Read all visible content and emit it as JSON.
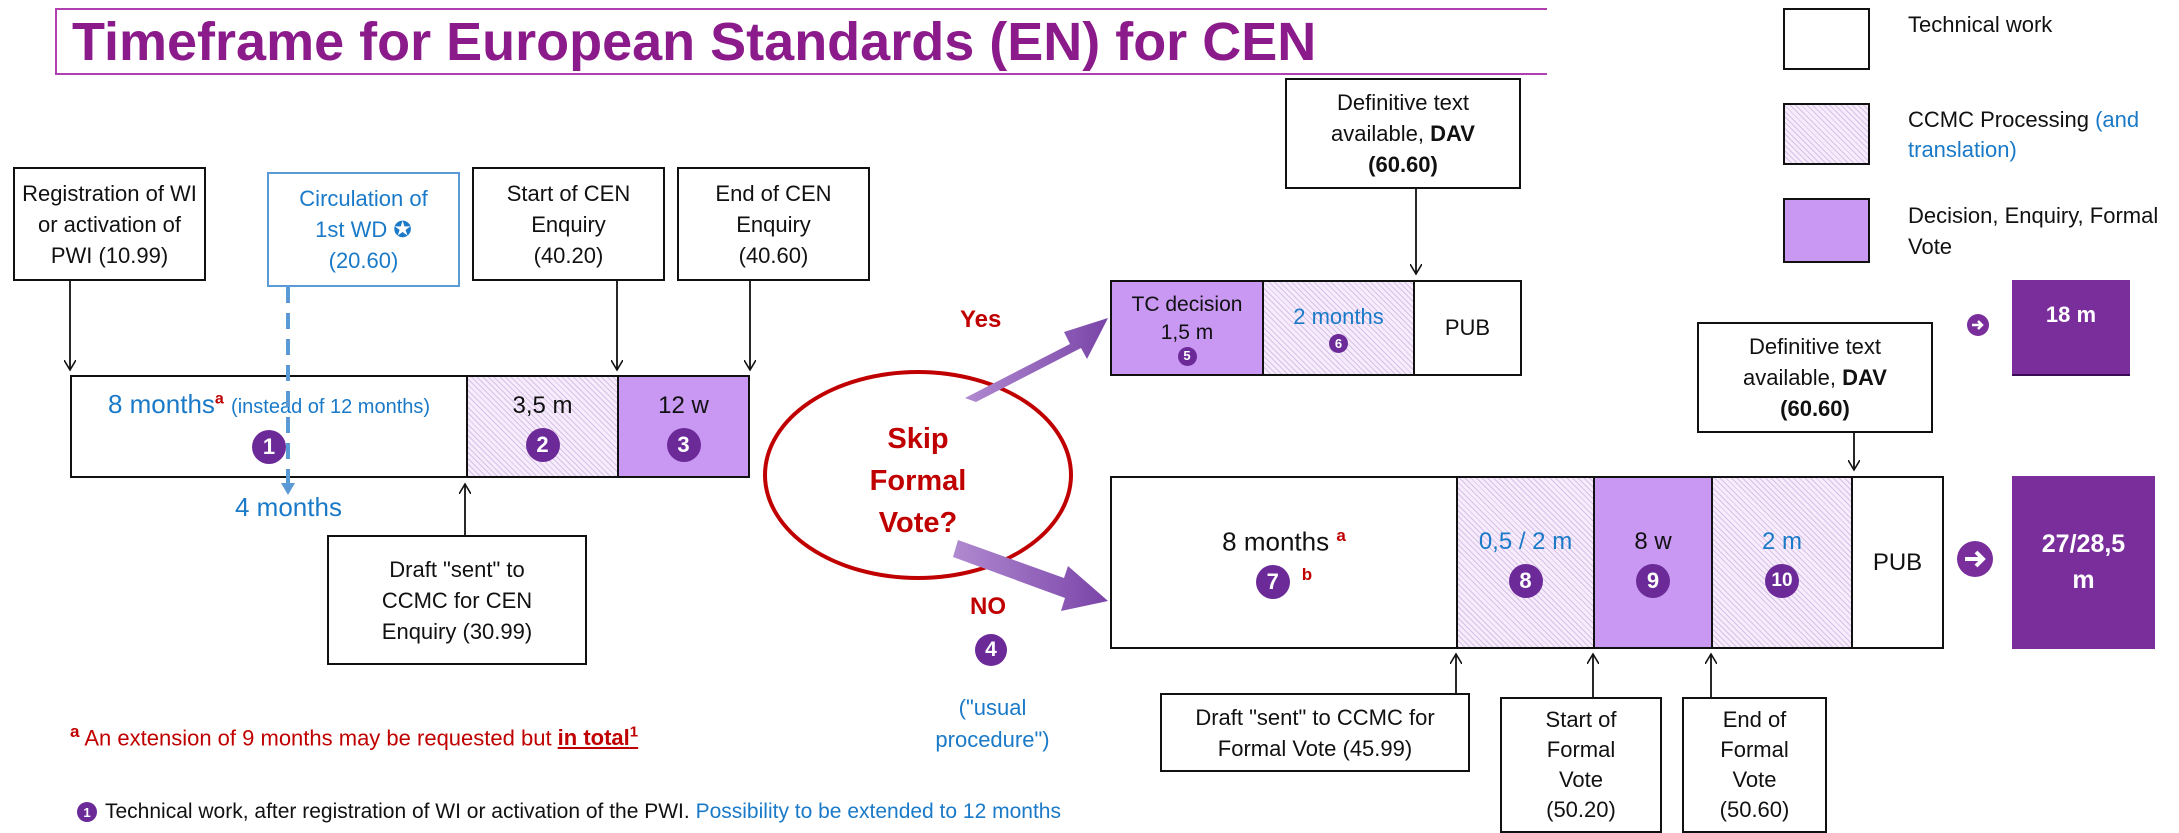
{
  "title": "Timeframe for European Standards (EN) for CEN",
  "legend": {
    "technical_work": "Technical work",
    "ccmc_processing": "CCMC Processing",
    "ccmc_processing_extra": "(and translation)",
    "decision": "Decision, Enquiry, Formal Vote"
  },
  "boxes": {
    "registration": "Registration of WI\nor activation of\nPWI (10.99)",
    "circulation": "Circulation of\n1st WD ✪\n(20.60)",
    "start_enquiry": "Start of CEN\nEnquiry\n(40.20)",
    "end_enquiry": "End of CEN\nEnquiry\n(40.60)",
    "draft_enquiry": "Draft \"sent\" to\nCCMC for CEN\nEnquiry (30.99)",
    "dav_top_line1": "Definitive text",
    "dav_top_line2": "available, ",
    "dav_top_bold": "DAV",
    "dav_top_code": "(60.60)",
    "dav_bottom_line1": "Definitive text",
    "dav_bottom_line2": "available, ",
    "dav_bottom_bold": "DAV",
    "dav_bottom_code": "(60.60)",
    "draft_formal": "Draft \"sent\" to CCMC for\nFormal Vote (45.99)",
    "start_formal": "Start of\nFormal\nVote\n(50.20)",
    "end_formal": "End of\nFormal\nVote\n(50.60)"
  },
  "bar1": {
    "seg1_main": "8 months",
    "seg1_sup": "a",
    "seg1_note": "(instead of 12 months)",
    "seg1_num": "1",
    "seg2_label": "3,5 m",
    "seg2_num": "2",
    "seg3_label": "12 w",
    "seg3_num": "3",
    "below_label": "4 months"
  },
  "bar_yes": {
    "seg1_line1": "TC decision",
    "seg1_line2": "1,5 m",
    "seg1_num": "5",
    "seg2_label": "2 months",
    "seg2_num": "6",
    "seg3_label": "PUB"
  },
  "bar_no": {
    "seg1_main": "8 months",
    "seg1_sup": "a",
    "seg1_num": "7",
    "seg1_b": "b",
    "seg2_label": "0,5 / 2 m",
    "seg2_num": "8",
    "seg3_label": "8 w",
    "seg3_num": "9",
    "seg4_label": "2 m",
    "seg4_num": "10",
    "seg5_label": "PUB"
  },
  "decision": {
    "question": "Skip\nFormal\nVote?",
    "yes": "Yes",
    "no": "NO",
    "no_num": "4",
    "usual": "(\"usual\nprocedure\")"
  },
  "totals": {
    "yes_total": "18 m",
    "no_total": "27/28,5\nm"
  },
  "footnotes": {
    "a_sup": "a",
    "a_text": "An extension of 9 months may be requested but ",
    "a_bold": "in total",
    "a_bold_sup": "1",
    "one_num": "1",
    "one_text": "Technical work, after registration of WI or activation of the PWI.",
    "one_blue": "Possibility to be extended to 12 months"
  },
  "colors": {
    "title": "#8b1a8b",
    "purple_dark": "#7a2e9c",
    "purple_mid": "#c898f3",
    "red": "#c00000",
    "blue": "#1a7ac8"
  }
}
